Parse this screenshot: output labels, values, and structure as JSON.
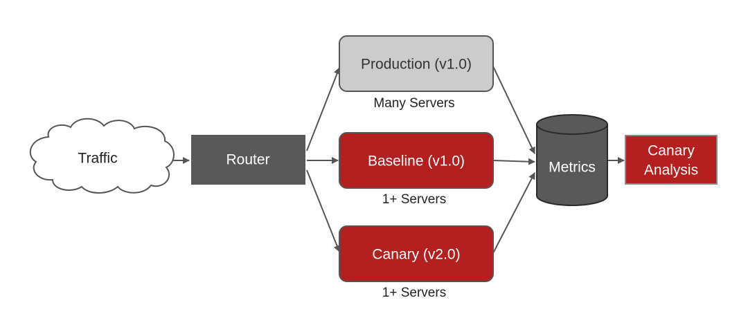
{
  "diagram": {
    "nodes": {
      "traffic": {
        "label": "Traffic",
        "shape": "cloud",
        "fill": "#ffffff",
        "stroke": "#555555",
        "text_color": "#222222"
      },
      "router": {
        "label": "Router",
        "shape": "rectangle",
        "fill": "#595959",
        "text_color": "#ffffff"
      },
      "production": {
        "label": "Production (v1.0)",
        "caption": "Many Servers",
        "shape": "rounded-rectangle",
        "fill": "#cccccc",
        "stroke": "#555555",
        "text_color": "#333333"
      },
      "baseline": {
        "label": "Baseline (v1.0)",
        "caption": "1+ Servers",
        "shape": "rounded-rectangle",
        "fill": "#b3201f",
        "stroke": "#555555",
        "text_color": "#ffffff"
      },
      "canary": {
        "label": "Canary (v2.0)",
        "caption": "1+ Servers",
        "shape": "rounded-rectangle",
        "fill": "#b3201f",
        "stroke": "#555555",
        "text_color": "#ffffff"
      },
      "metrics": {
        "label": "Metrics",
        "shape": "cylinder",
        "fill": "#595959",
        "stroke": "#2b2b2b",
        "text_color": "#ffffff"
      },
      "analysis": {
        "label_line1": "Canary",
        "label_line2": "Analysis",
        "shape": "rectangle",
        "fill": "#b3201f",
        "stroke": "#8a8a8a",
        "text_color": "#ffffff"
      }
    },
    "edges": [
      {
        "from": "traffic",
        "to": "router"
      },
      {
        "from": "router",
        "to": "production"
      },
      {
        "from": "router",
        "to": "baseline"
      },
      {
        "from": "router",
        "to": "canary"
      },
      {
        "from": "production",
        "to": "metrics"
      },
      {
        "from": "baseline",
        "to": "metrics"
      },
      {
        "from": "canary",
        "to": "metrics"
      },
      {
        "from": "metrics",
        "to": "analysis"
      }
    ],
    "edge_color": "#555555"
  }
}
